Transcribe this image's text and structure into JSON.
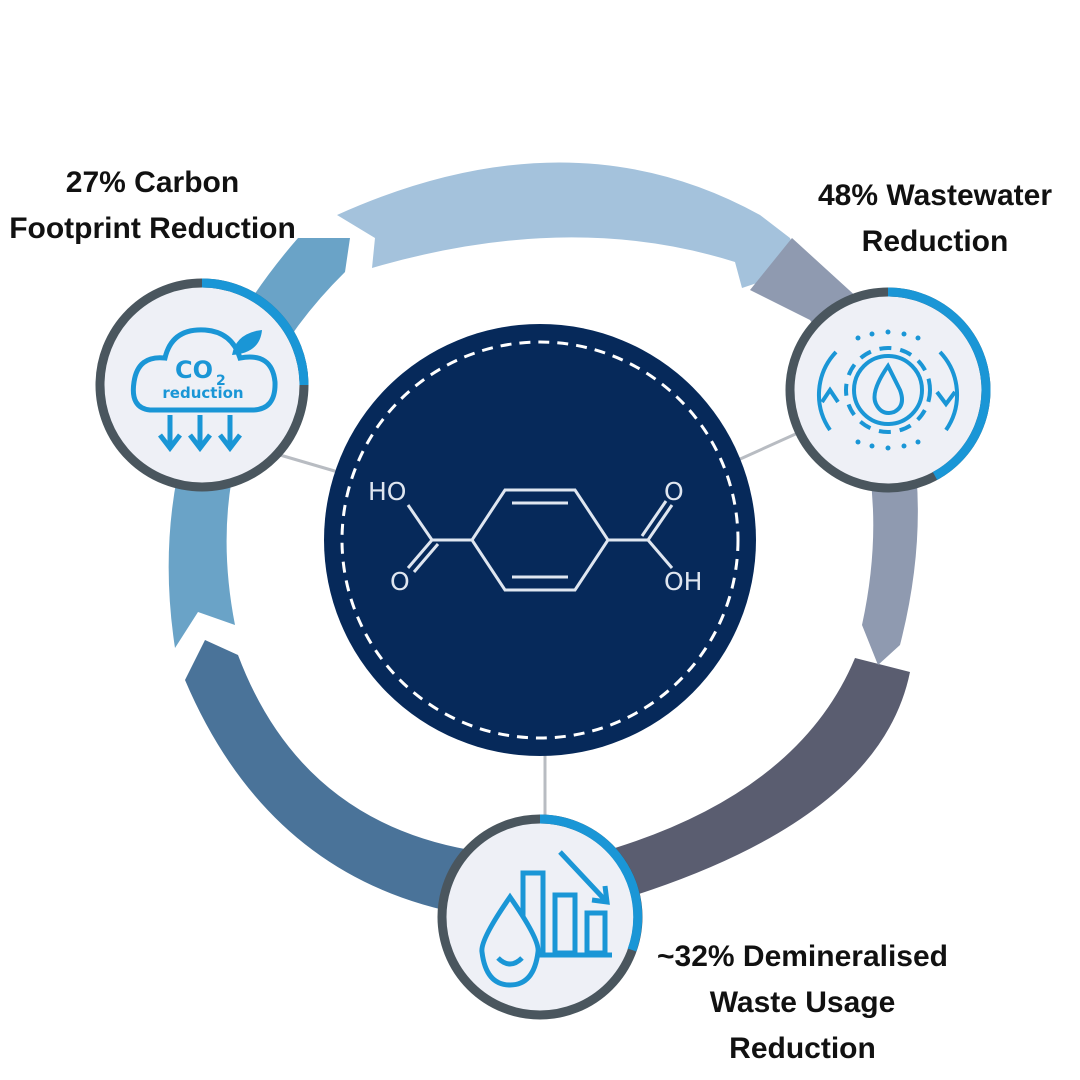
{
  "diagram": {
    "center": {
      "molecule": "terephthalic-acid",
      "groups": [
        "HO",
        "O",
        "O",
        "OH"
      ]
    },
    "stats": [
      {
        "id": "carbon",
        "lines": [
          "27% Carbon",
          "Footprint Reduction"
        ],
        "percent": 27,
        "icon": "co2-reduction-cloud-icon",
        "icon_text": [
          "CO",
          "2",
          "reduction"
        ]
      },
      {
        "id": "wastewater",
        "lines": [
          "48% Wastewater",
          "Reduction"
        ],
        "percent": 48,
        "icon": "water-drop-gear-icon"
      },
      {
        "id": "demin",
        "lines": [
          "~32% Demineralised",
          "Waste Usage",
          "Reduction"
        ],
        "percent": 32,
        "icon": "water-drop-bar-chart-icon"
      }
    ],
    "colors": {
      "center_fill": "#06295a",
      "accent_blue": "#1a96d6",
      "ring_dark": "#4a565e",
      "icon_bg": "#eef0f6",
      "arc_top": "#a4c2dc",
      "arc_left": "#6aa3c7",
      "arc_bottom_left": "#4a7399",
      "arc_bottom_right": "#5a5d70",
      "arc_right": "#8f9ab0"
    }
  }
}
